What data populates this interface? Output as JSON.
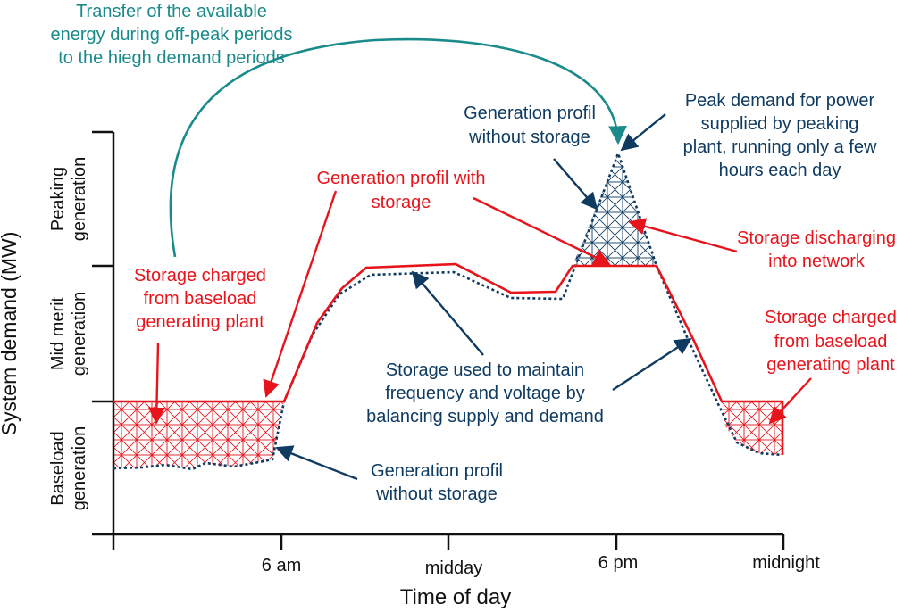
{
  "diagram": {
    "y_axis_label": "System demand (MW)",
    "x_axis_label": "Time of day",
    "time_ticks": [
      "6 am",
      "midday",
      "6 pm",
      "midnight"
    ],
    "bands": {
      "peaking": [
        "Peaking",
        "generation"
      ],
      "mid_merit": [
        "Mid merit",
        "generation"
      ],
      "baseload": [
        "Baseload",
        "generation"
      ]
    },
    "annotations": {
      "transfer": [
        "Transfer of the available",
        "energy during off-peak periods",
        "to the hiegh demand periods"
      ],
      "storage_charged_left": [
        "Storage charged",
        "from baseload",
        "generating plant"
      ],
      "profile_with_storage": [
        "Generation profil with",
        "storage"
      ],
      "profile_without_storage_top": [
        "Generation profil",
        "without storage"
      ],
      "peak_demand": [
        "Peak demand for power",
        "supplied by peaking",
        "plant, running only a few",
        "hours each day"
      ],
      "storage_discharging": [
        "Storage discharging",
        "into network"
      ],
      "storage_charged_right": [
        "Storage charged",
        "from baseload",
        "generating plant"
      ],
      "storage_balancing": [
        "Storage used to maintain",
        "frequency and voltage by",
        "balancing supply and demand"
      ],
      "profile_without_storage_bottom": [
        "Generation profil",
        "without storage"
      ]
    },
    "colors": {
      "with_storage": "#e8141b",
      "without_storage": "#0f3b61",
      "transfer_arrow": "#1a8a8a",
      "axes": "#111111"
    }
  }
}
